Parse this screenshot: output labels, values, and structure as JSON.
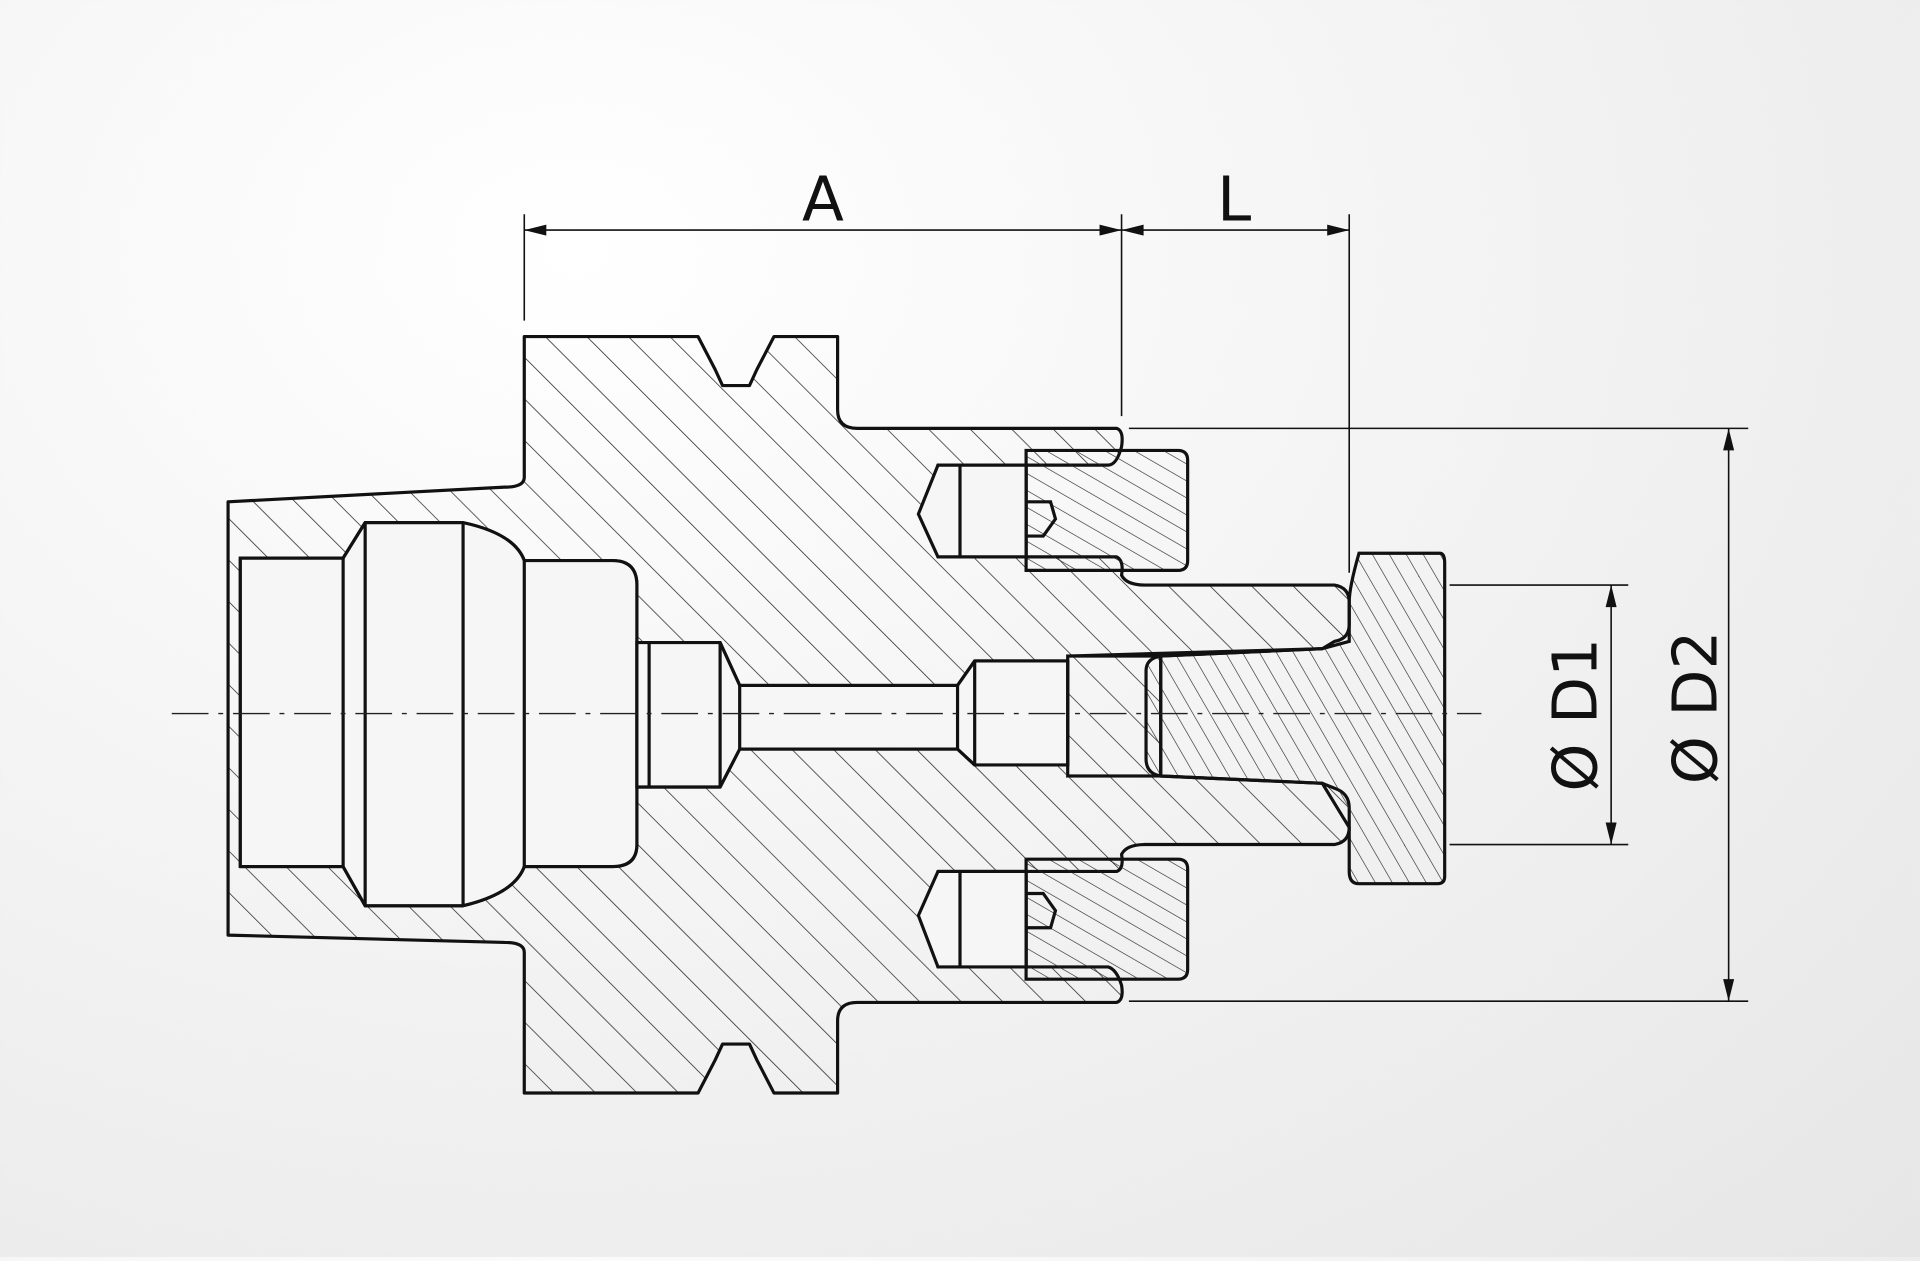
{
  "drawing": {
    "dimensions": {
      "a_label": "A",
      "l_label": "L",
      "d1_label": "Ø D1",
      "d2_label": "Ø D2"
    },
    "colors": {
      "line": "#111111",
      "hatch": "#222222",
      "background": "#f0f0f0"
    }
  }
}
